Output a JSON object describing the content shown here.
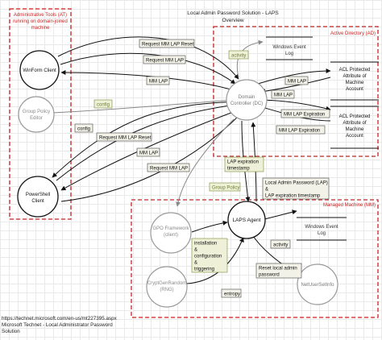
{
  "title": {
    "line1": "Local Admin Password Solution - LAPS",
    "line2": "Overview"
  },
  "zones": {
    "admin_tools": {
      "line1": "Administrative Tools (AT)",
      "line2": "running on domain-joined",
      "line3": "machine"
    },
    "active_directory": {
      "label": "Active Directory (AD)"
    },
    "managed_machine": {
      "label": "Managed Machine (MM)"
    }
  },
  "nodes": {
    "winform_client": "WinForm Client",
    "group_policy_editor": {
      "line1": "Group Policy",
      "line2": "Editor"
    },
    "powershell_client": {
      "line1": "PowerShell",
      "line2": "Client"
    },
    "domain_controller": {
      "line1": "Domain",
      "line2": "Controller (DC)"
    },
    "windows_event_log_ad": {
      "line1": "Windows Event",
      "line2": "Log"
    },
    "acl_local_admin": {
      "line1": "ACL Protected",
      "line2": "Attribute of",
      "line3": "Machine",
      "line4": "Account"
    },
    "acl_expiration": {
      "line1": "ACL Protected",
      "line2": "Attribute of",
      "line3": "Machine",
      "line4": "Account"
    },
    "gpo_framework": {
      "line1": "GPO Framework",
      "line2": "(client)"
    },
    "laps_agent": "LAPS Agent",
    "windows_event_log_mm": {
      "line1": "Windows Event",
      "line2": "Log"
    },
    "cryptgenrandom": {
      "line1": "CryptGenRandom",
      "line2": "(RNG)"
    },
    "netusersetinfo": "NetUserSetInfo"
  },
  "labels": {
    "request_mm_lap_reset_top": "Request MM LAP Reset",
    "request_mm_lap_top": "Request MM LAP",
    "mm_lap_top": "MM LAP",
    "activity_ad": "activity",
    "config_gpe": "config",
    "config_ps": "config",
    "request_mm_lap_reset_ps": "Request MM LAP Reset",
    "mm_lap_ps": "MM LAP",
    "request_mm_lap_ps": "Request MM LAP",
    "mm_lap_acl1_a": "MM LAP",
    "mm_lap_acl1_b": "MM LAP",
    "mm_lap_expiration_a": "MM LAP Expiration",
    "mm_lap_expiration_b": "MM LAP Expiration",
    "group_policy": "Group Policy",
    "lap_expiration_timestamp": {
      "line1": "LAP expiration",
      "line2": "timestamp"
    },
    "local_admin_password": {
      "line1": "Local Admin Password (LAP)",
      "line2": "&",
      "line3": "LAP expiration timestamp"
    },
    "installation": {
      "line1": "installation",
      "line2": "&",
      "line3": "configuration",
      "line4": "&",
      "line5": "triggering"
    },
    "activity_mm": "activity",
    "reset_local_admin": {
      "line1": "Reset local admin",
      "line2": "password"
    },
    "entropy": "entropy"
  },
  "source_note": {
    "line1": "https://technet.microsoft.com/en-us/mt227395.aspx",
    "line2": "Microsoft Technet - Local Administrator Password",
    "line3": "Solution"
  },
  "colors": {
    "zone_border": "#cc2222",
    "label_fill": "#eef0d8",
    "label_border": "#7a8a3a",
    "dark_label_fill": "#f2f2e8",
    "gray_text": "#8a8a8a"
  }
}
